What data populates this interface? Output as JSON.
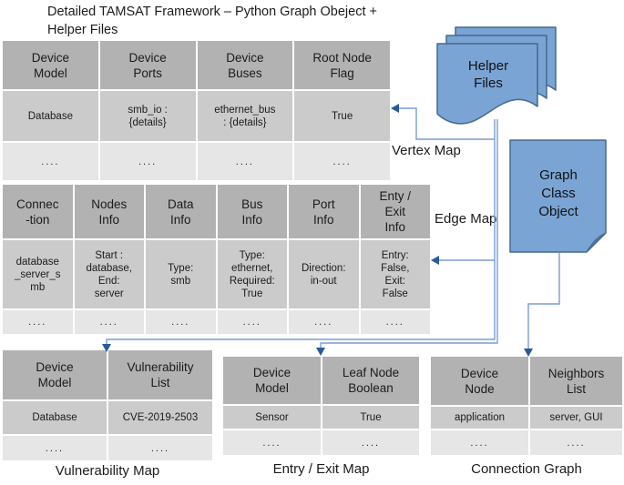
{
  "title": "Detailed TAMSAT Framework – Python Graph Obeject +\nHelper Files",
  "shapes": {
    "helper_files": "Helper\nFiles",
    "graph_class_object": "Graph\nClass\nObject"
  },
  "tables": {
    "vertex_map": {
      "label": "Vertex Map",
      "headers": [
        "Device\nModel",
        "Device\nPorts",
        "Device\nBuses",
        "Root Node\nFlag"
      ],
      "rows": [
        [
          "Database",
          "smb_io :\n{details}",
          "ethernet_bus\n: {details}",
          "True"
        ],
        [
          "....",
          "....",
          "....",
          "...."
        ]
      ]
    },
    "edge_map": {
      "label": "Edge Map",
      "headers": [
        "Connec\n-tion",
        "Nodes\nInfo",
        "Data\nInfo",
        "Bus\nInfo",
        "Port\nInfo",
        "Enty /\nExit\nInfo"
      ],
      "rows": [
        [
          "database\n_server_s\nmb",
          "Start :\ndatabase,\nEnd:\nserver",
          "Type:\nsmb",
          "Type:\nethernet,\nRequired:\nTrue",
          "Direction:\nin-out",
          "Entry:\nFalse,\nExit:\nFalse"
        ],
        [
          "....",
          "....",
          "....",
          "....",
          "....",
          "...."
        ]
      ]
    },
    "vulnerability_map": {
      "caption": "Vulnerability Map",
      "headers": [
        "Device\nModel",
        "Vulnerability\nList"
      ],
      "rows": [
        [
          "Database",
          "CVE-2019-2503"
        ],
        [
          "....",
          "...."
        ]
      ]
    },
    "entry_exit_map": {
      "caption": "Entry / Exit Map",
      "headers": [
        "Device\nModel",
        "Leaf Node\nBoolean"
      ],
      "rows": [
        [
          "Sensor",
          "True"
        ],
        [
          "....",
          "...."
        ]
      ]
    },
    "connection_graph": {
      "caption": "Connection Graph",
      "headers": [
        "Device\nNode",
        "Neighbors\nList"
      ],
      "rows": [
        [
          "application",
          "server, GUI"
        ],
        [
          "....",
          "...."
        ]
      ]
    }
  },
  "colors": {
    "header_bg": "#b2b2b2",
    "row1_bg": "#cbcbcb",
    "row2_bg": "#e6e6e6",
    "shape_fill": "#7aa4d4",
    "shape_border": "#45688e",
    "connector": "#7b9cd2",
    "arrow": "#2a5a9b",
    "text": "#1b1b1b"
  }
}
